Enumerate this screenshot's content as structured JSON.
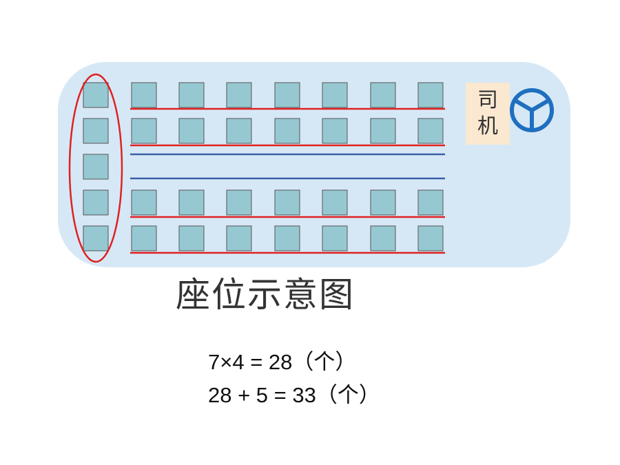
{
  "seating_diagram": {
    "driver_label": [
      "司",
      "机"
    ],
    "caption": "座位示意图",
    "colors": {
      "bus_fill": "#d6e8f5",
      "seat_fill": "#96c8d2",
      "seat_border": "#555555",
      "row_line": "#e02020",
      "aisle_line": "#3a5fa8",
      "highlight_ellipse": "#e02020",
      "wheel": "#1f6fc0",
      "driver_label_bg": "#fbe8d0"
    },
    "seat_layout": {
      "rows_per_side_columns": 7,
      "rows_with_side_seats": 4,
      "back_row_seats": 5
    },
    "icons": [
      "steering-wheel-icon"
    ]
  },
  "equations": [
    "7×4 = 28（个）",
    "28 + 5 = 33（个）"
  ]
}
